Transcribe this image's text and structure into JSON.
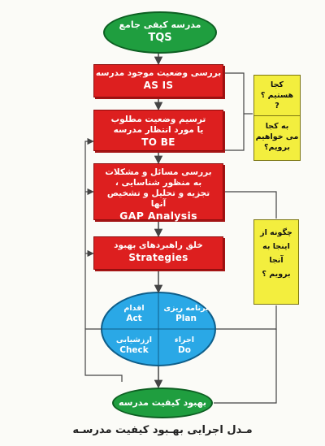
{
  "start": {
    "fa": "مدرسه کیفی جامع",
    "en": "TQS"
  },
  "steps": [
    {
      "fa": "بررسی وضعیت موجود مدرسه",
      "en": "AS IS"
    },
    {
      "fa": "ترسیم وضعیت مطلوب یا مورد انتظار مدرسه",
      "en": "TO BE"
    },
    {
      "fa": "بررسی مسائل و مشکلات به منظور شناسایی ، تجزیه و تحلیل و تشخیص آنها",
      "en": "GAP Analysis"
    },
    {
      "fa": "خلق راهبردهای بهبود",
      "en": "Strategies"
    }
  ],
  "questions": [
    {
      "line1": "کجا",
      "line2": "هستیم ؟",
      "line3": "به کجا",
      "line4": "می خواهیم",
      "line5": "برویم؟"
    },
    {
      "line1": "چگونه از",
      "line2": "اینجا به",
      "line3": "آنجا",
      "line4": "برویم ؟"
    }
  ],
  "pdca": {
    "plan": {
      "fa": "برنامه ریزی",
      "en": "Plan"
    },
    "do": {
      "fa": "اجراء",
      "en": "Do"
    },
    "check": {
      "fa": "ارزشیابی",
      "en": "Check"
    },
    "act": {
      "fa": "اقدام",
      "en": "Act"
    }
  },
  "end": {
    "fa": "بهبود کیفیت مدرسه"
  },
  "caption": "مـدل اجرایی بهـبود کیفیت مدرسـه",
  "colors": {
    "green": "#1f9e3f",
    "red": "#dd1f1f",
    "yellow": "#f3ee3e",
    "blue": "#2aa8e6"
  }
}
